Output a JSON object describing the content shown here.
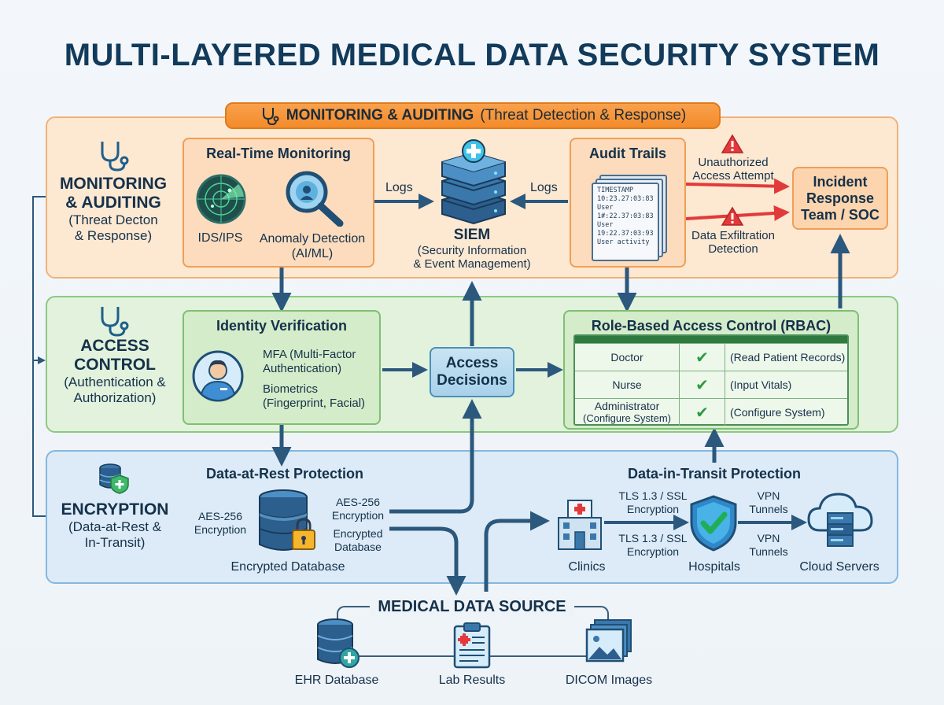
{
  "title": "MULTI-LAYERED MEDICAL DATA SECURITY SYSTEM",
  "banner": {
    "bold": "MONITORING & AUDITING",
    "rest": "(Threat Detection & Response)"
  },
  "monitoring": {
    "side_big1": "MONITORING",
    "side_big2": "& AUDITING",
    "side_small1": "(Threat Decton",
    "side_small2": "& Response)",
    "realtime_title": "Real-Time Monitoring",
    "ids": "IDS/IPS",
    "anomaly1": "Anomaly Detection",
    "anomaly2": "(AI/ML)",
    "logs_left": "Logs",
    "logs_right": "Logs",
    "siem": "SIEM",
    "siem_sub1": "(Security Information",
    "siem_sub2": "& Event Management)",
    "audit_title": "Audit Trails",
    "log_lines": [
      "TIMESTAMP",
      "10:23.27:03:83",
      "User",
      "1#:22.37:03:83",
      "User",
      "19:22.37:03:93",
      "User activity"
    ],
    "alert1_line1": "Unauthorized",
    "alert1_line2": "Access Attempt",
    "alert2_line1": "Data Exfiltration",
    "alert2_line2": "Detection",
    "incident": [
      "Incident",
      "Response",
      "Team / SOC"
    ]
  },
  "access": {
    "side_big1": "ACCESS",
    "side_big2": "CONTROL",
    "side_small1": "(Authentication &",
    "side_small2": "Authorization)",
    "identity_title": "Identity Verification",
    "mfa1": "MFA (Multi-Factor",
    "mfa2": "Authentication)",
    "bio1": "Biometrics",
    "bio2": "(Fingerprint, Facial)",
    "decision1": "Access",
    "decision2": "Decisions",
    "rbac_title": "Role-Based Access Control (RBAC)",
    "rbac_rows": [
      {
        "role": "Doctor",
        "role_sub": "",
        "check": "✔",
        "perm": "(Read Patient Records)"
      },
      {
        "role": "Nurse",
        "role_sub": "",
        "check": "✔",
        "perm": "(Input Vitals)"
      },
      {
        "role": "Administrator",
        "role_sub": "(Configure System)",
        "check": "✔",
        "perm": "(Configure System)"
      }
    ]
  },
  "encryption": {
    "side_big": "ENCRYPTION",
    "side_small1": "(Data-at-Rest &",
    "side_small2": "In-Transit)",
    "rest_title": "Data-at-Rest Protection",
    "aes_left1": "AES-256",
    "aes_left2": "Encryption",
    "aes_right1": "AES-256",
    "aes_right2": "Encryption",
    "encdb_right1": "Encrypted",
    "encdb_right2": "Database",
    "encdb_label": "Encrypted Database",
    "transit_title": "Data-in-Transit Protection",
    "tls_top1": "TLS 1.3 / SSL",
    "tls_top2": "Encryption",
    "tls_bot1": "TLS 1.3 / SSL",
    "tls_bot2": "Encryption",
    "vpn_top1": "VPN",
    "vpn_top2": "Tunnels",
    "vpn_bot1": "VPN",
    "vpn_bot2": "Tunnels",
    "clinics": "Clinics",
    "hospitals": "Hospitals",
    "cloud": "Cloud Servers"
  },
  "source": {
    "title": "MEDICAL DATA SOURCE",
    "ehr": "EHR Database",
    "lab": "Lab Results",
    "dicom": "DICOM Images"
  },
  "colors": {
    "navy": "#15314a",
    "orange": "#f38b2b",
    "green": "#8cc883",
    "blue": "#86b7de",
    "red": "#e23a3a"
  }
}
